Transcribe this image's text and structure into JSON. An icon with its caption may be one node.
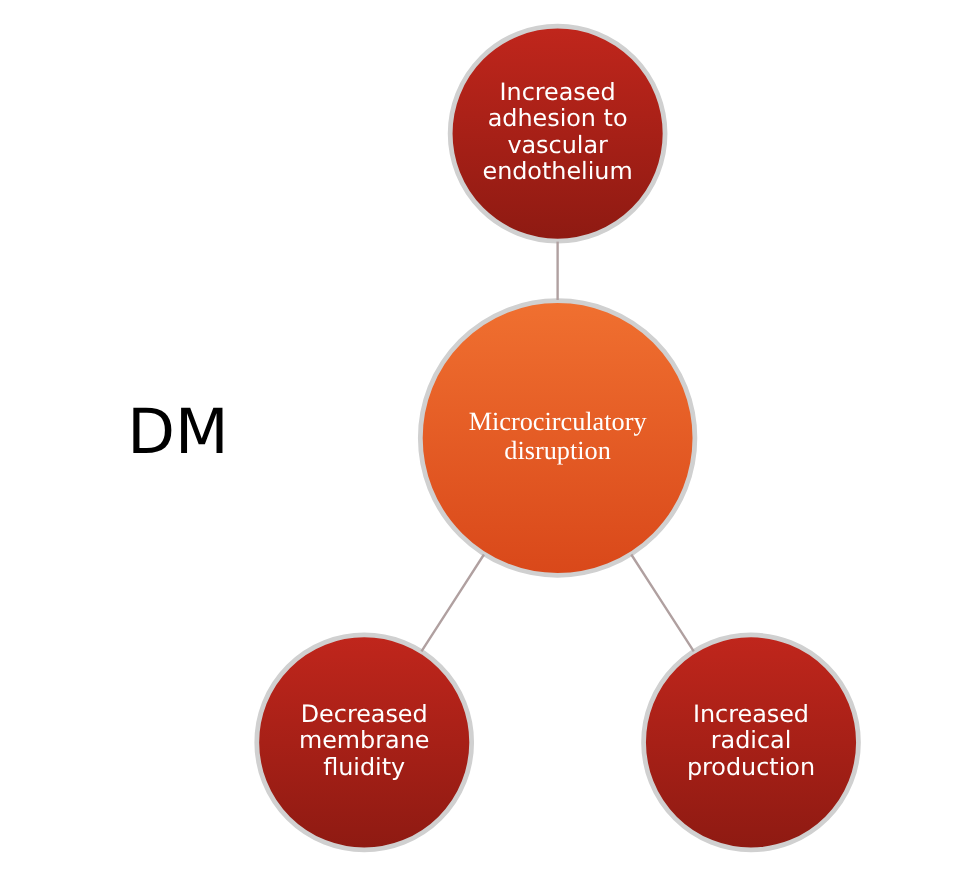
{
  "diagram": {
    "nodes": [
      {
        "text": [
          "Increased adhesion to vascular endothelium"
        ]
      },
      {
        "text": [
          "Microcirculatory disruption"
        ]
      },
      {
        "text": [
          "Decreased membrane fluidity"
        ]
      },
      {
        "text": [
          "Increased radical production"
        ]
      }
    ],
    "edges": [
      {
        "from": 1,
        "to": 0,
        "arrow": "none"
      },
      {
        "from": 1,
        "to": 2,
        "arrow": "none"
      },
      {
        "from": 1,
        "to": 3,
        "arrow": "none"
      }
    ],
    "labels": [
      "DM"
    ]
  }
}
